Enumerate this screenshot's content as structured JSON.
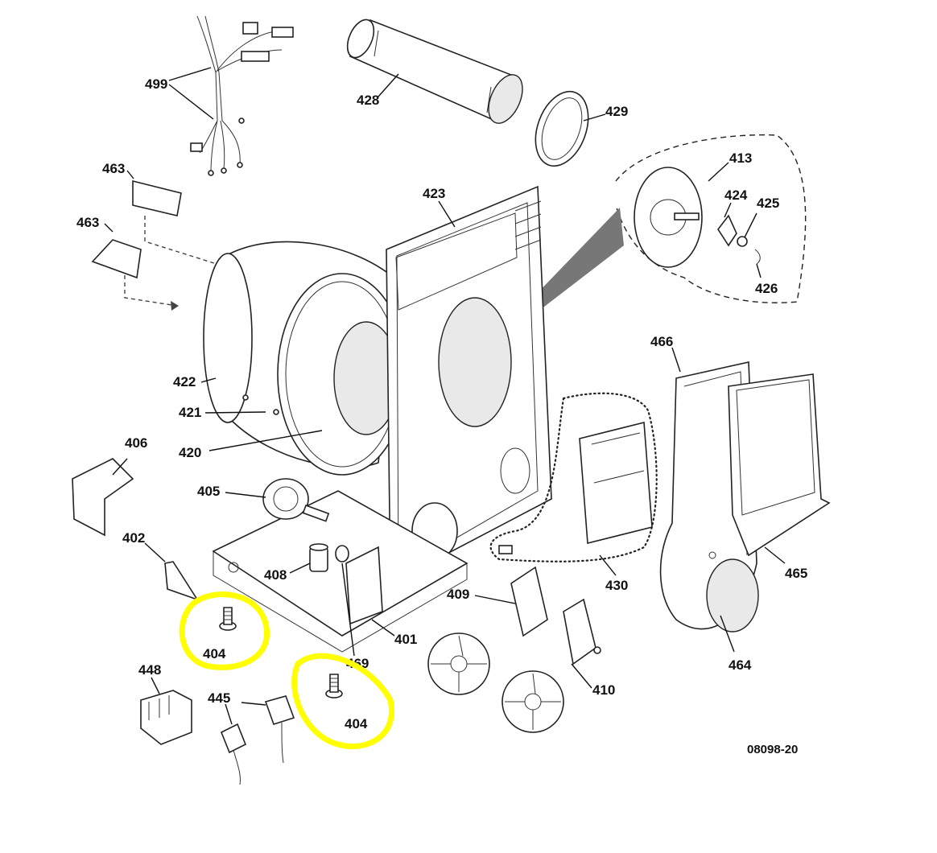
{
  "diagram": {
    "figure_id": "08098-20",
    "callouts": {
      "p499": "499",
      "p428": "428",
      "p429": "429",
      "p413": "413",
      "p424": "424",
      "p425": "425",
      "p426": "426",
      "p463a": "463",
      "p463b": "463",
      "p423": "423",
      "p466": "466",
      "p422": "422",
      "p421": "421",
      "p420": "420",
      "p406": "406",
      "p405": "405",
      "p402": "402",
      "p408": "408",
      "p404a": "404",
      "p404b": "404",
      "p469": "469",
      "p401": "401",
      "p409": "409",
      "p430": "430",
      "p465": "465",
      "p464": "464",
      "p448": "448",
      "p445": "445",
      "p410": "410"
    },
    "highlight_color": "#ffff00",
    "highlighted_part": "404"
  }
}
